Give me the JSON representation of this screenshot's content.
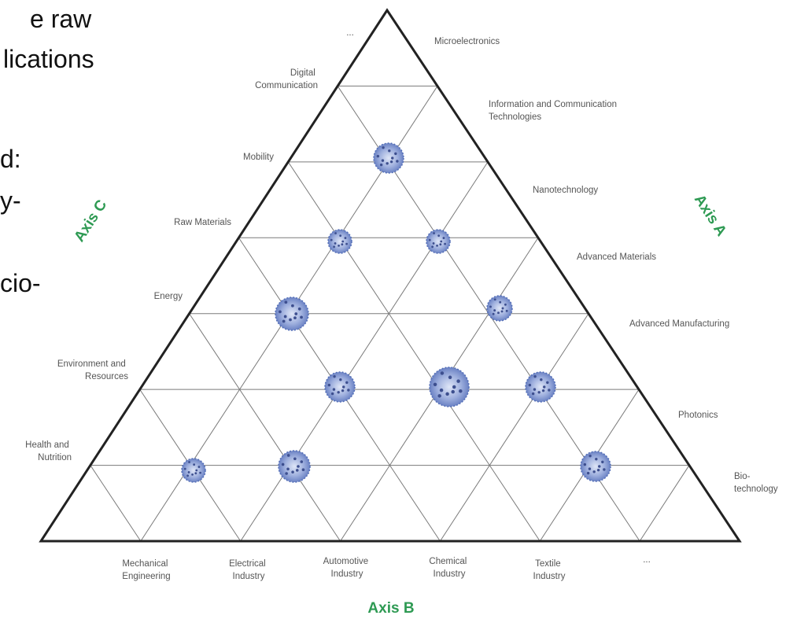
{
  "slide_text": [
    "e raw",
    "lications",
    "d:",
    "y-",
    "cio-"
  ],
  "axes": {
    "a": "Axis A",
    "b": "Axis B",
    "c": "Axis C"
  },
  "left_labels": {
    "digital_communication": [
      "Digital",
      "Communication"
    ],
    "mobility": [
      "Mobility"
    ],
    "raw_materials": [
      "Raw Materials"
    ],
    "energy": [
      "Energy"
    ],
    "environment": [
      "Environment and",
      "Resources"
    ],
    "health": [
      "Health and",
      "Nutrition"
    ]
  },
  "right_labels": {
    "microelectronics": [
      "Microelectronics"
    ],
    "ict": [
      "Information and Communication",
      "Technologies"
    ],
    "nanotechnology": [
      "Nanotechnology"
    ],
    "advanced_materials": [
      "Advanced Materials"
    ],
    "advanced_manufacturing": [
      "Advanced Manufacturing"
    ],
    "photonics": [
      "Photonics"
    ],
    "biotechnology": [
      "Bio-",
      "technology"
    ]
  },
  "bottom_labels": {
    "mechanical": [
      "Mechanical",
      "Engineering"
    ],
    "electrical": [
      "Electrical",
      "Industry"
    ],
    "automotive": [
      "Automotive",
      "Industry"
    ],
    "chemical": [
      "Chemical",
      "Industry"
    ],
    "textile": [
      "Textile",
      "Industry"
    ]
  },
  "ellipsis": "...",
  "colors": {
    "axis_label": "#2e9a53",
    "triangle": "#222222",
    "grid": "#7a7a7a",
    "node": "#5570b8"
  }
}
